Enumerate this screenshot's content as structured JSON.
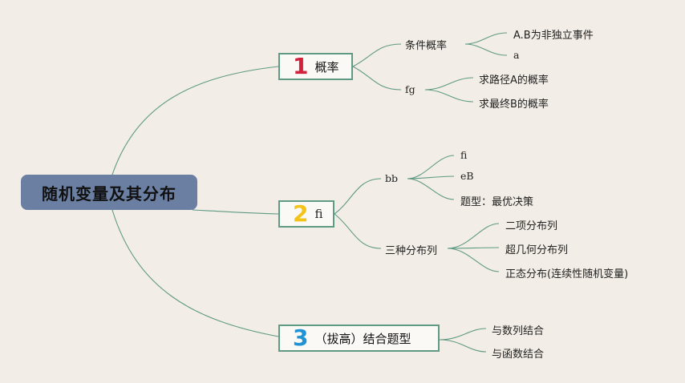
{
  "root": {
    "label": "随机变量及其分布"
  },
  "branches": [
    {
      "number": "1",
      "number_color": "#d2233c",
      "label": "概率"
    },
    {
      "number": "2",
      "number_color": "#f2c318",
      "label": "fi"
    },
    {
      "number": "3",
      "number_color": "#1f93d4",
      "label": "（拔高）结合题型"
    }
  ],
  "b1": {
    "sub1": {
      "label": "条件概率",
      "leaves": [
        "A.B为非独立事件",
        "a"
      ]
    },
    "sub2": {
      "label": "fg",
      "leaves": [
        "求路径A的概率",
        "求最终B的概率"
      ]
    }
  },
  "b2": {
    "sub1": {
      "label": "bb",
      "leaves": [
        "fi",
        "eB",
        "题型：最优决策"
      ]
    },
    "sub2": {
      "label": "三种分布列",
      "leaves": [
        "二项分布列",
        "超几何分布列",
        "正态分布(连续性随机变量)"
      ]
    }
  },
  "b3": {
    "leaves": [
      "与数列结合",
      "与函数结合"
    ]
  },
  "colors": {
    "line": "#5f9a84",
    "root_bg": "#6b7fa3",
    "background": "#f2ede6"
  }
}
